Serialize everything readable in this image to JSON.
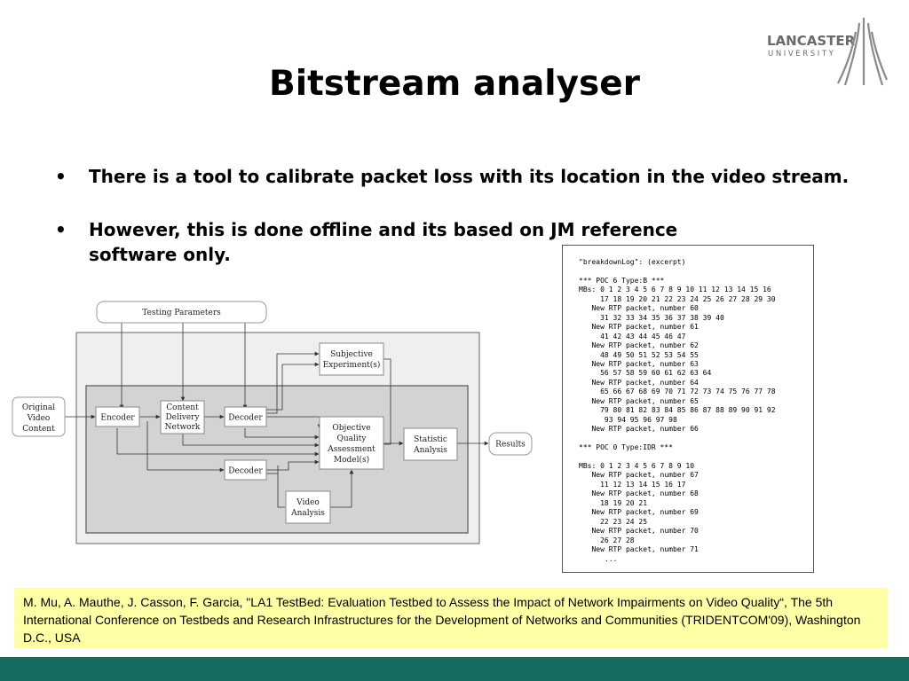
{
  "slide": {
    "title": "Bitstream analyser",
    "logo": {
      "line1": "LANCASTER",
      "line2": "UNIVERSITY"
    },
    "bullets": [
      {
        "symbol": "•",
        "text": "There is a tool to calibrate packet loss with its location in the video stream."
      },
      {
        "symbol": "•",
        "text": "However, this is done offline and its based on JM reference software only."
      }
    ],
    "citation": "M. Mu, A. Mauthe, J. Casson, F. Garcia, \"LA1 TestBed: Evaluation Testbed to Assess the Impact of Network Impairments on Video Quality“, The 5th International Conference on Testbeds and Research Infrastructures for the Development of Networks and Communities (TRIDENTCOM'09), Washington D.C., USA"
  },
  "diagram": {
    "testing_parameters": "Testing Parameters",
    "original_video": [
      "Original",
      "Video",
      "Content"
    ],
    "encoder": "Encoder",
    "cdn": [
      "Content",
      "Delivery",
      "Network"
    ],
    "decoder_top": "Decoder",
    "decoder_bottom": "Decoder",
    "subjective": [
      "Subjective",
      "Experiment(s)"
    ],
    "objective": [
      "Objective",
      "Quality",
      "Assessment",
      "Model(s)"
    ],
    "statistic": [
      "Statistic",
      "Analysis"
    ],
    "video_analysis": [
      "Video",
      "Analysis"
    ],
    "results": "Results"
  },
  "log": {
    "lines": [
      "\"breakdownLog\": (excerpt)",
      "",
      "*** POC 6 Type:B ***",
      "MBs: 0 1 2 3 4 5 6 7 8 9 10 11 12 13 14 15 16",
      "     17 18 19 20 21 22 23 24 25 26 27 28 29 30",
      "   New RTP packet, number 60",
      "     31 32 33 34 35 36 37 38 39 40",
      "   New RTP packet, number 61",
      "     41 42 43 44 45 46 47",
      "   New RTP packet, number 62",
      "     48 49 50 51 52 53 54 55",
      "   New RTP packet, number 63",
      "     56 57 58 59 60 61 62 63 64",
      "   New RTP packet, number 64",
      "     65 66 67 68 69 70 71 72 73 74 75 76 77 78",
      "   New RTP packet, number 65",
      "     79 80 81 82 83 84 85 86 87 88 89 90 91 92",
      "      93 94 95 96 97 98",
      "   New RTP packet, number 66",
      "",
      "*** POC 0 Type:IDR ***",
      "",
      "MBs: 0 1 2 3 4 5 6 7 8 9 10",
      "   New RTP packet, number 67",
      "     11 12 13 14 15 16 17",
      "   New RTP packet, number 68",
      "     18 19 20 21",
      "   New RTP packet, number 69",
      "     22 23 24 25",
      "   New RTP packet, number 70",
      "     26 27 28",
      "   New RTP packet, number 71",
      "      ..."
    ]
  }
}
